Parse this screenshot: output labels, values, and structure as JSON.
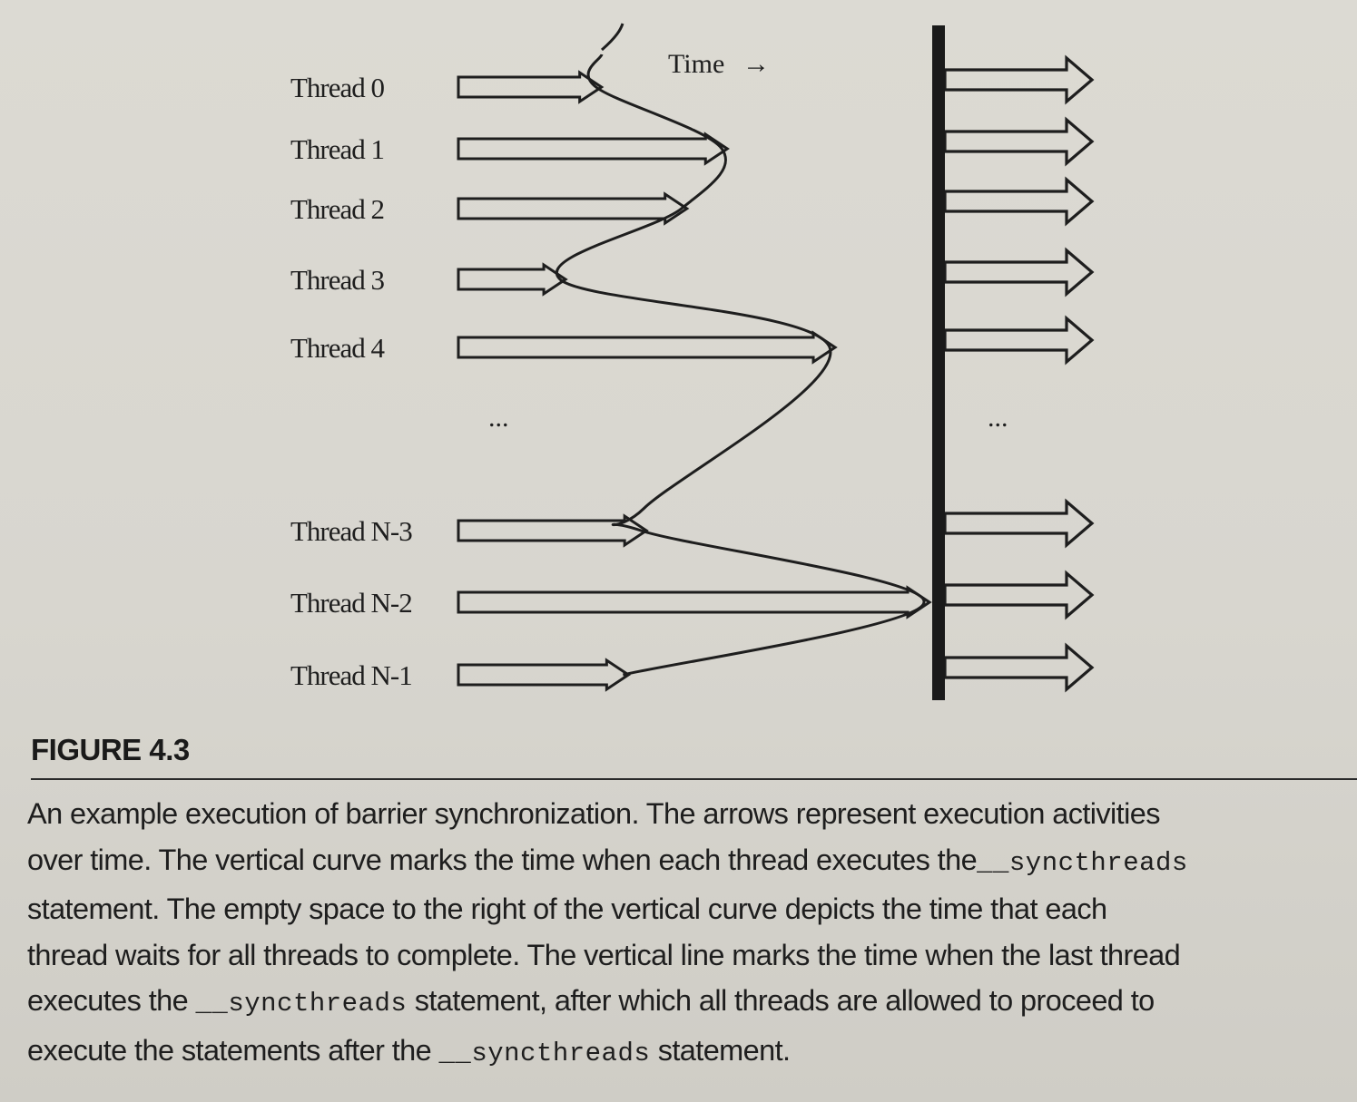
{
  "figure": {
    "time_label": "Time",
    "time_arrow": "→",
    "ellipsis_left": "...",
    "ellipsis_right": "...",
    "threads": [
      {
        "label": "Thread 0",
        "length": 0.27
      },
      {
        "label": "Thread 1",
        "length": 0.55
      },
      {
        "label": "Thread 2",
        "length": 0.46
      },
      {
        "label": "Thread 3",
        "length": 0.19
      },
      {
        "label": "Thread 4",
        "length": 0.79
      },
      {
        "label": "Thread N-3",
        "length": 0.37
      },
      {
        "label": "Thread N-2",
        "length": 1.0
      },
      {
        "label": "Thread N-1",
        "length": 0.33
      }
    ]
  },
  "caption": {
    "figure_number": "FIGURE 4.3",
    "line1": "An example execution of barrier synchronization. The arrows represent execution activities",
    "line2_a": "over time. The vertical curve marks the time when each thread executes the",
    "line2_code": "__syncthreads",
    "line3": "statement. The empty space to the right of the vertical curve depicts the time that each",
    "line4": "thread waits for all threads to complete. The vertical line marks the time when the last thread",
    "line5_a": "executes the ",
    "line5_code": "__syncthreads",
    "line5_b": " statement, after which all threads are allowed to proceed to",
    "line6_a": "execute the statements after the ",
    "line6_code": "__syncthreads",
    "line6_b": " statement."
  },
  "colors": {
    "ink": "#1e1e1e",
    "paper": "#d8d6cf"
  }
}
